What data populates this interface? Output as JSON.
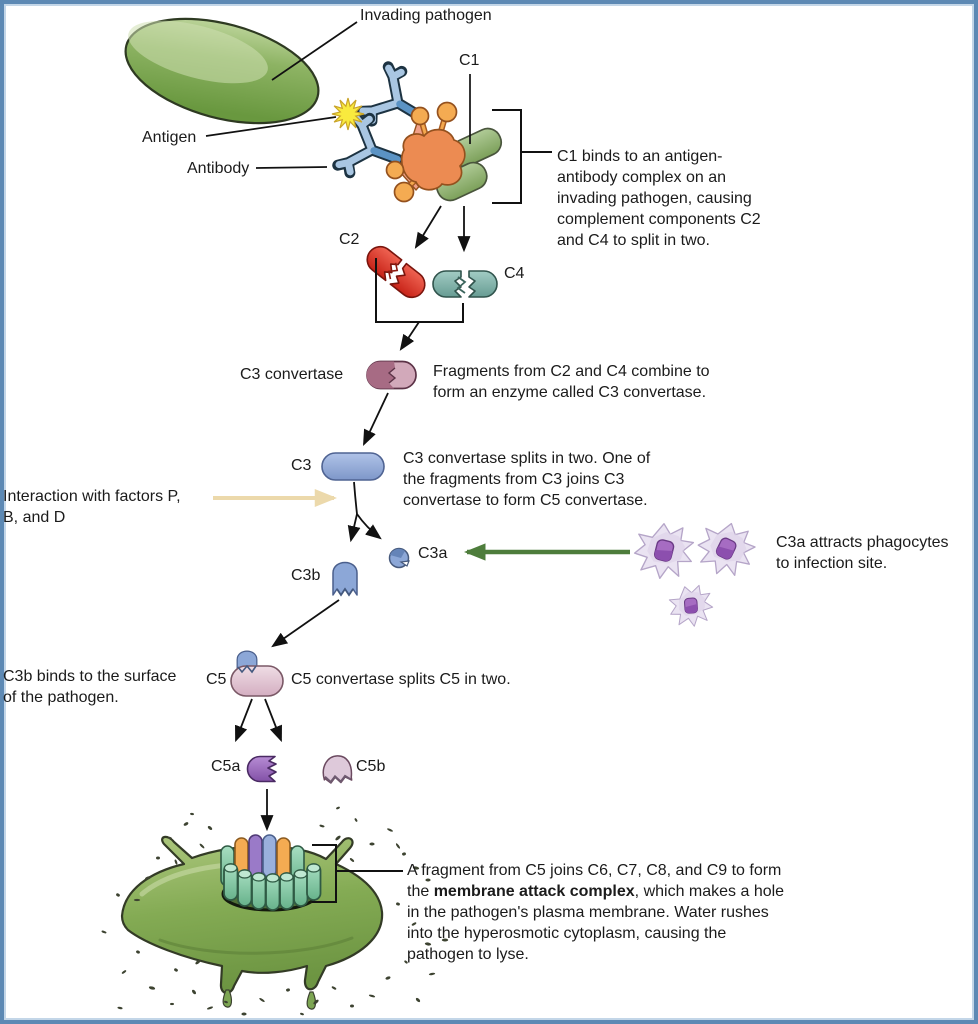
{
  "figure": {
    "labels": {
      "invading_pathogen": "Invading pathogen",
      "c1": "C1",
      "antigen": "Antigen",
      "antibody": "Antibody",
      "c2": "C2",
      "c4": "C4",
      "c3_convertase": "C3 convertase",
      "c3": "C3",
      "c3a": "C3a",
      "c3b": "C3b",
      "c5": "C5",
      "c5a": "C5a",
      "c5b": "C5b"
    },
    "annotations": {
      "c1_binds": "C1 binds to an antigen-\nantibody complex on an\ninvading pathogen, causing\ncomplement components C2\nand C4 to split in two.",
      "fragments_combine": "Fragments from C2 and C4 combine to\nform an enzyme called C3 convertase.",
      "c3_splits": "C3 convertase splits in two. One of\nthe fragments from C3 joins C3\nconvertase to form C5 convertase.",
      "factors": "Interaction with factors P,\nB, and D",
      "c3a_attracts": "C3a attracts phagocytes\nto infection site.",
      "c3b_binds": "C3b binds to the surface\nof the pathogen.",
      "c5_splits": "C5 convertase splits C5 in two.",
      "mac_before": "A fragment  from C5 joins C6, C7, C8, and C9 to form\nthe ",
      "mac_bold": "membrane attack complex",
      "mac_after": ", which makes a hole\nin the pathogen's plasma membrane. Water rushes\ninto the hyperosmotic cytoplasm, causing the\npathogen to lyse."
    },
    "colors": {
      "frame_blue": "#5d89b4",
      "pathogen_green": "#85ab57",
      "antibody_blue": "#5b93c4",
      "antigen_yellow": "#f9ea3e",
      "c1q_orange": "#f3a84e",
      "c1_green": "#8fb37c",
      "c2_red": "#e04536",
      "c4_teal": "#7db5ad",
      "c3_convertase_mauve": "#a86c85",
      "c3_blue": "#8ca7d7",
      "c5_pink": "#ddbccb",
      "c5a_purple": "#9a68be",
      "mac_teal": "#8fd2ae",
      "phagocyte_lavender": "#eae3f2",
      "phagocyte_nucleus": "#a569c0",
      "factor_arrow_tan": "#ecd9ab",
      "attract_arrow_green": "#4e7d3c"
    }
  }
}
